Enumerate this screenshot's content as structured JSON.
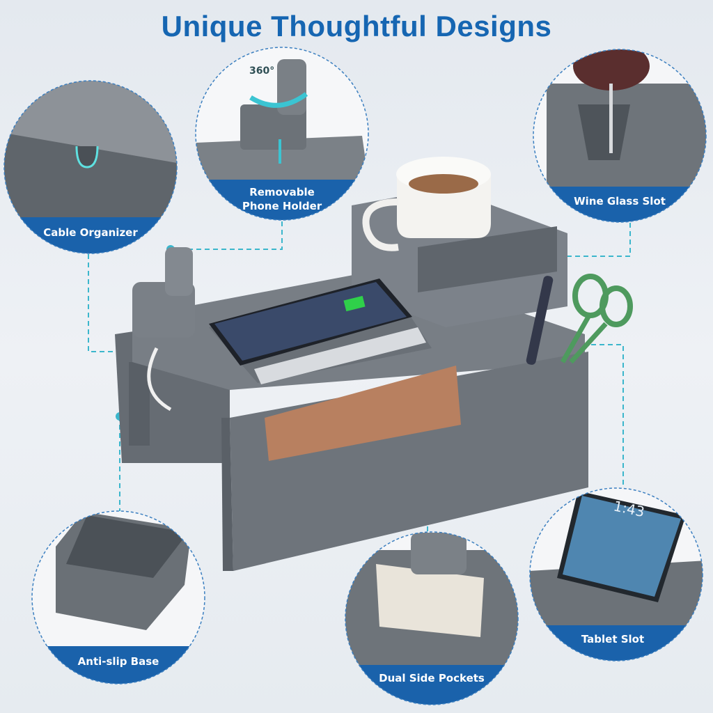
{
  "title": "Unique Thoughtful Designs",
  "colors": {
    "title": "#1666b2",
    "label_band": "#1a62ab",
    "accent": "#3bb6cc",
    "product": "#6b7178"
  },
  "features": [
    {
      "id": "cable-organizer",
      "label": "Cable Organizer"
    },
    {
      "id": "phone-holder",
      "label_line1": "Removable",
      "label_line2": "Phone Holder",
      "rotation": "360°"
    },
    {
      "id": "wine-glass-slot",
      "label": "Wine Glass Slot"
    },
    {
      "id": "anti-slip-base",
      "label": "Anti-slip Base"
    },
    {
      "id": "dual-side-pockets",
      "label": "Dual Side Pockets"
    },
    {
      "id": "tablet-slot",
      "label": "Tablet Slot",
      "tablet_time": "1:43"
    }
  ]
}
